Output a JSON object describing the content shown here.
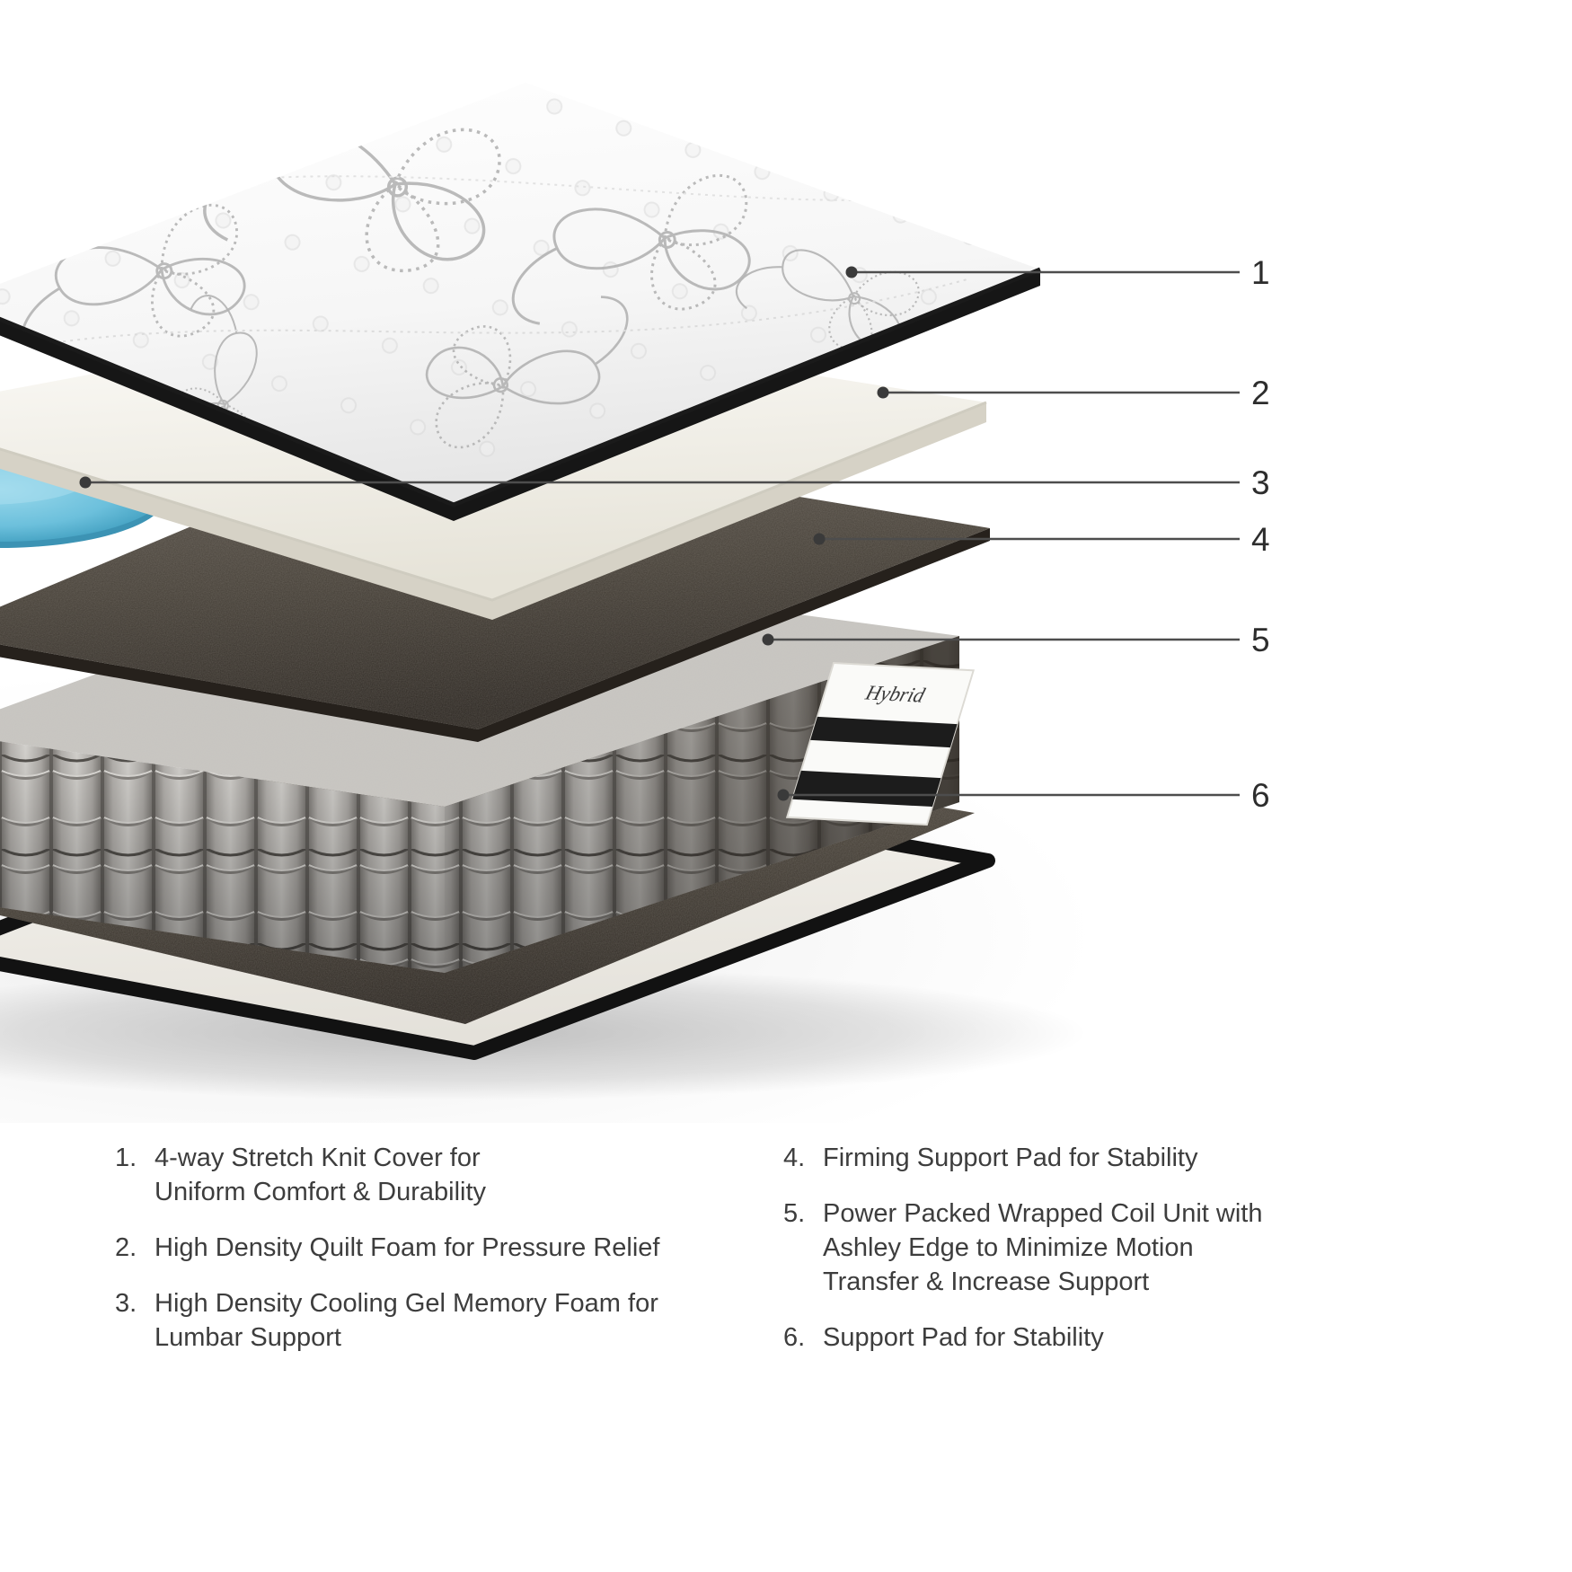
{
  "diagram": {
    "callouts": [
      "1",
      "2",
      "3",
      "4",
      "5",
      "6"
    ],
    "tag_label": "Hybrid",
    "colors": {
      "gel_blue": "#5fb7d4",
      "pad_brown": "#47413a",
      "trim_black": "#171717",
      "coil_gray": "#b5b3b0",
      "callout_line": "#4d4d4d"
    }
  },
  "legend": {
    "left": [
      {
        "num": "1.",
        "text": "4-way Stretch Knit Cover for Uniform Comfort & Durability"
      },
      {
        "num": "2.",
        "text": "High Density Quilt Foam for Pressure Relief"
      },
      {
        "num": "3.",
        "text": "High Density Cooling Gel Memory Foam for Lumbar Support"
      }
    ],
    "right": [
      {
        "num": "4.",
        "text": "Firming Support Pad for Stability"
      },
      {
        "num": "5.",
        "text": "Power Packed Wrapped Coil Unit with Ashley Edge to Minimize Motion Transfer & Increase Support"
      },
      {
        "num": "6.",
        "text": "Support Pad for Stability"
      }
    ]
  }
}
